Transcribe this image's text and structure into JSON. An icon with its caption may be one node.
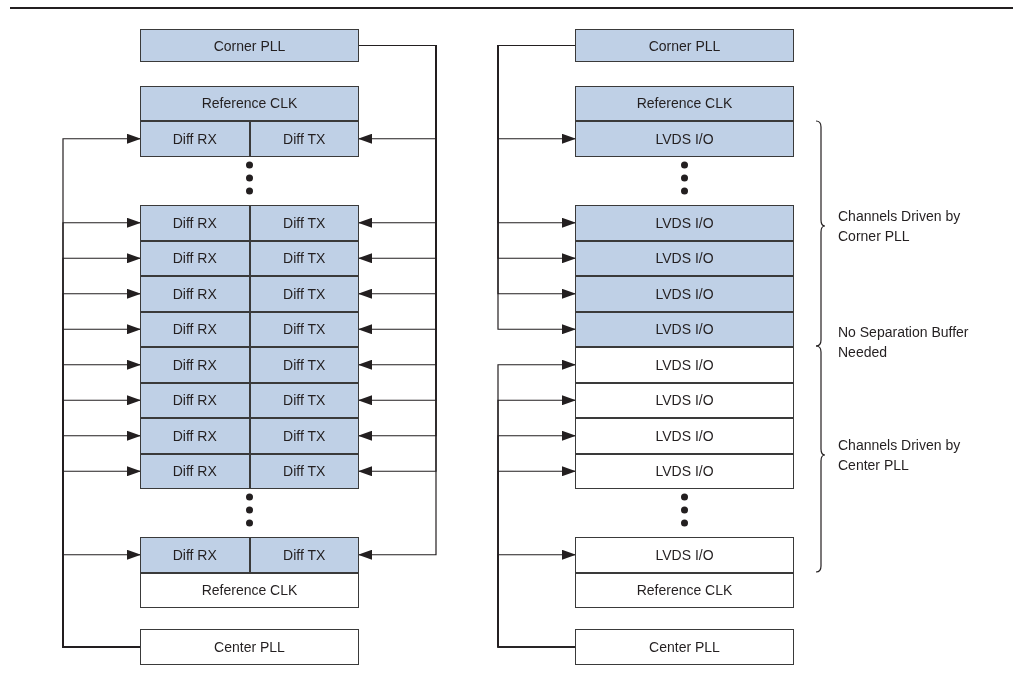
{
  "diagram": {
    "nodes": [
      {
        "text": [
          "Corner PLL"
        ]
      },
      {
        "text": [
          "Reference CLK"
        ]
      },
      {
        "text": [
          "Diff RX"
        ]
      },
      {
        "text": [
          "Diff TX"
        ]
      },
      {
        "text": [
          "Diff RX"
        ]
      },
      {
        "text": [
          "Diff TX"
        ]
      },
      {
        "text": [
          "Diff RX"
        ]
      },
      {
        "text": [
          "Diff TX"
        ]
      },
      {
        "text": [
          "Diff RX"
        ]
      },
      {
        "text": [
          "Diff TX"
        ]
      },
      {
        "text": [
          "Diff RX"
        ]
      },
      {
        "text": [
          "Diff TX"
        ]
      },
      {
        "text": [
          "Diff RX"
        ]
      },
      {
        "text": [
          "Diff TX"
        ]
      },
      {
        "text": [
          "Diff RX"
        ]
      },
      {
        "text": [
          "Diff TX"
        ]
      },
      {
        "text": [
          "Diff RX"
        ]
      },
      {
        "text": [
          "Diff TX"
        ]
      },
      {
        "text": [
          "Diff RX"
        ]
      },
      {
        "text": [
          "Diff TX"
        ]
      },
      {
        "text": [
          "Diff RX"
        ]
      },
      {
        "text": [
          "Diff TX"
        ]
      },
      {
        "text": [
          "Reference CLK"
        ]
      },
      {
        "text": [
          "Center PLL"
        ]
      },
      {
        "text": [
          "Corner PLL"
        ]
      },
      {
        "text": [
          "Reference CLK"
        ]
      },
      {
        "text": [
          "LVDS I/O"
        ]
      },
      {
        "text": [
          "LVDS I/O"
        ]
      },
      {
        "text": [
          "LVDS I/O"
        ]
      },
      {
        "text": [
          "LVDS I/O"
        ]
      },
      {
        "text": [
          "LVDS I/O"
        ]
      },
      {
        "text": [
          "LVDS I/O"
        ]
      },
      {
        "text": [
          "LVDS I/O"
        ]
      },
      {
        "text": [
          "LVDS I/O"
        ]
      },
      {
        "text": [
          "LVDS I/O"
        ]
      },
      {
        "text": [
          "LVDS I/O"
        ]
      },
      {
        "text": [
          "Reference CLK"
        ]
      },
      {
        "text": [
          "Center PLL"
        ]
      }
    ],
    "edges": [
      {
        "from": 0,
        "to": 3,
        "arrow": "to"
      },
      {
        "from": 0,
        "to": 5,
        "arrow": "to"
      },
      {
        "from": 0,
        "to": 7,
        "arrow": "to"
      },
      {
        "from": 0,
        "to": 9,
        "arrow": "to"
      },
      {
        "from": 0,
        "to": 11,
        "arrow": "to"
      },
      {
        "from": 0,
        "to": 13,
        "arrow": "to"
      },
      {
        "from": 0,
        "to": 15,
        "arrow": "to"
      },
      {
        "from": 0,
        "to": 17,
        "arrow": "to"
      },
      {
        "from": 0,
        "to": 19,
        "arrow": "to"
      },
      {
        "from": 0,
        "to": 21,
        "arrow": "to"
      },
      {
        "from": 23,
        "to": 2,
        "arrow": "to"
      },
      {
        "from": 23,
        "to": 4,
        "arrow": "to"
      },
      {
        "from": 23,
        "to": 6,
        "arrow": "to"
      },
      {
        "from": 23,
        "to": 8,
        "arrow": "to"
      },
      {
        "from": 23,
        "to": 10,
        "arrow": "to"
      },
      {
        "from": 23,
        "to": 12,
        "arrow": "to"
      },
      {
        "from": 23,
        "to": 14,
        "arrow": "to"
      },
      {
        "from": 23,
        "to": 16,
        "arrow": "to"
      },
      {
        "from": 23,
        "to": 18,
        "arrow": "to"
      },
      {
        "from": 23,
        "to": 20,
        "arrow": "to"
      },
      {
        "from": 24,
        "to": 26,
        "arrow": "to"
      },
      {
        "from": 24,
        "to": 27,
        "arrow": "to"
      },
      {
        "from": 24,
        "to": 28,
        "arrow": "to"
      },
      {
        "from": 24,
        "to": 29,
        "arrow": "to"
      },
      {
        "from": 24,
        "to": 30,
        "arrow": "to"
      },
      {
        "from": 37,
        "to": 31,
        "arrow": "to"
      },
      {
        "from": 37,
        "to": 32,
        "arrow": "to"
      },
      {
        "from": 37,
        "to": 33,
        "arrow": "to"
      },
      {
        "from": 37,
        "to": 34,
        "arrow": "to"
      },
      {
        "from": 37,
        "to": 35,
        "arrow": "to"
      }
    ],
    "labels": [
      "Channels Driven by Corner PLL",
      "No Separation Buffer Needed",
      "Channels Driven by Center PLL"
    ]
  }
}
